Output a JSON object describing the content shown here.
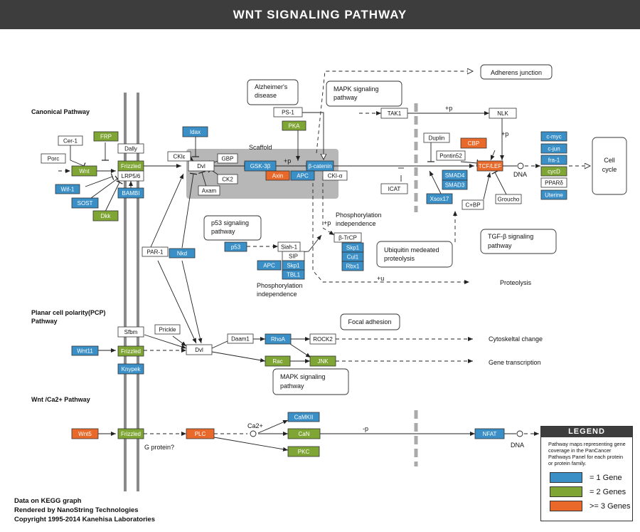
{
  "title": "WNT SIGNALING PATHWAY",
  "colors": {
    "one_gene": "#3a8fc7",
    "two_genes": "#7fa535",
    "three_genes": "#e8692a",
    "scaffold": "#b7b7b7",
    "membrane": "#8a8a8a",
    "header": "#3d3d3d"
  },
  "sections": {
    "canonical": "Canonical Pathway",
    "pcp_line1": "Planar cell polarity(PCP)",
    "pcp_line2": "Pathway",
    "calcium": "Wnt /Ca2+ Pathway"
  },
  "labels": {
    "scaffold": "Scaffold",
    "plus_p_scaffold": "+p",
    "plus_p_tak": "+p",
    "plus_p_nlk": "+p",
    "plus_p_btrcp": "+p",
    "plus_u": "+u",
    "minus_p": "-p",
    "dna_upper": "DNA",
    "dna_lower": "DNA",
    "proteolysis": "Proteolysis",
    "phos_indep_upper_1": "Phosphorylation",
    "phos_indep_upper_2": "independence",
    "phos_indep_lower_1": "Phosphorylation",
    "phos_indep_lower_2": "independence",
    "cytoskeletal_change": "Cytoskeltal change",
    "gene_transcription": "Gene transcription",
    "g_protein": "G protein?",
    "ca2": "Ca2+"
  },
  "callouts": {
    "adherens": "Adherens junction",
    "alz_1": "Alzheimer's",
    "alz_2": "disease",
    "mapk_top_1": "MAPK signaling",
    "mapk_top_2": "pathway",
    "p53_1": "p53 signaling",
    "p53_2": "pathway",
    "ubiq_1": "Ubiquitin medeated",
    "ubiq_2": "proteolysis",
    "tgfb_1": "TGF-β signaling",
    "tgfb_2": "pathway",
    "focal": "Focal adhesion",
    "mapk_bottom_1": "MAPK signaling",
    "mapk_bottom_2": "pathway",
    "cell_cycle_1": "Cell",
    "cell_cycle_2": "cycle"
  },
  "nodes": [
    {
      "label": "Cer-1",
      "color": "white"
    },
    {
      "label": "FRP",
      "color": "green"
    },
    {
      "label": "Porc",
      "color": "white"
    },
    {
      "label": "Wnt",
      "color": "green"
    },
    {
      "label": "Wif-1",
      "color": "blue"
    },
    {
      "label": "SOST",
      "color": "blue"
    },
    {
      "label": "Dkk",
      "color": "green"
    },
    {
      "label": "Dally",
      "color": "white"
    },
    {
      "label": "Frizzled",
      "color": "green"
    },
    {
      "label": "LRP5/6",
      "color": "white"
    },
    {
      "label": "BAMBI",
      "color": "blue"
    },
    {
      "label": "Idax",
      "color": "blue"
    },
    {
      "label": "CKIε",
      "color": "white"
    },
    {
      "label": "Dvl",
      "color": "white"
    },
    {
      "label": "GBP",
      "color": "white"
    },
    {
      "label": "CK2",
      "color": "white"
    },
    {
      "label": "Axam",
      "color": "white"
    },
    {
      "label": "GSK-3β",
      "color": "blue"
    },
    {
      "label": "β-catenin",
      "color": "blue"
    },
    {
      "label": "Axin",
      "color": "orange"
    },
    {
      "label": "APC",
      "color": "blue"
    },
    {
      "label": "CKI-α",
      "color": "white"
    },
    {
      "label": "PS-1",
      "color": "white"
    },
    {
      "label": "PKA",
      "color": "green"
    },
    {
      "label": "TAK1",
      "color": "white"
    },
    {
      "label": "NLK",
      "color": "white"
    },
    {
      "label": "Duplin",
      "color": "white"
    },
    {
      "label": "Pontin52",
      "color": "white"
    },
    {
      "label": "CBP",
      "color": "orange"
    },
    {
      "label": "TCF/LEF",
      "color": "orange"
    },
    {
      "label": "SMAD4",
      "color": "blue"
    },
    {
      "label": "SMAD3",
      "color": "blue"
    },
    {
      "label": "ICAT",
      "color": "white"
    },
    {
      "label": "Xsox17",
      "color": "blue"
    },
    {
      "label": "C+BP",
      "color": "white"
    },
    {
      "label": "Groucho",
      "color": "white"
    },
    {
      "label": "c-myc",
      "color": "blue"
    },
    {
      "label": "c-jun",
      "color": "blue"
    },
    {
      "label": "fra-1",
      "color": "blue"
    },
    {
      "label": "cycD",
      "color": "green"
    },
    {
      "label": "PPARδ",
      "color": "white"
    },
    {
      "label": "Uterine",
      "color": "blue"
    },
    {
      "label": "p53",
      "color": "blue"
    },
    {
      "label": "Siah-1",
      "color": "white"
    },
    {
      "label": "SIP",
      "color": "white"
    },
    {
      "label": "APC",
      "color": "blue"
    },
    {
      "label": "Skp1",
      "color": "blue"
    },
    {
      "label": "TBL1",
      "color": "blue"
    },
    {
      "label": "β-TrCP",
      "color": "white"
    },
    {
      "label": "Skp1",
      "color": "blue"
    },
    {
      "label": "Cul1",
      "color": "blue"
    },
    {
      "label": "Rbx1",
      "color": "blue"
    },
    {
      "label": "PAR-1",
      "color": "white"
    },
    {
      "label": "Nkd",
      "color": "blue"
    },
    {
      "label": "Sfbm",
      "color": "white"
    },
    {
      "label": "Prickle",
      "color": "white"
    },
    {
      "label": "Wnt11",
      "color": "blue"
    },
    {
      "label": "Frizzled",
      "color": "green"
    },
    {
      "label": "Knypek",
      "color": "blue"
    },
    {
      "label": "Dvl",
      "color": "white"
    },
    {
      "label": "Daam1",
      "color": "white"
    },
    {
      "label": "RhoA",
      "color": "blue"
    },
    {
      "label": "ROCK2",
      "color": "white"
    },
    {
      "label": "Rac",
      "color": "green"
    },
    {
      "label": "JNK",
      "color": "green"
    },
    {
      "label": "Wnt5",
      "color": "orange"
    },
    {
      "label": "Frizzled",
      "color": "green"
    },
    {
      "label": "PLC",
      "color": "orange"
    },
    {
      "label": "CaMKII",
      "color": "blue"
    },
    {
      "label": "CaN",
      "color": "green"
    },
    {
      "label": "PKC",
      "color": "green"
    },
    {
      "label": "NFAT",
      "color": "blue"
    }
  ],
  "legend": {
    "title": "LEGEND",
    "description": "Pathway maps representing gene coverage in the PanCancer Pathways Panel for each protein or protein family.",
    "items": [
      {
        "label": "=  1 Gene",
        "color": "#3a8fc7"
      },
      {
        "label": "=  2 Genes",
        "color": "#7fa535"
      },
      {
        "label": ">= 3 Genes",
        "color": "#e8692a"
      }
    ]
  },
  "footer": {
    "line1": "Data on KEGG graph",
    "line2": "Rendered by NanoString Technologies",
    "line3": "Copyright 1995-2014 Kanehisa Laboratories"
  }
}
